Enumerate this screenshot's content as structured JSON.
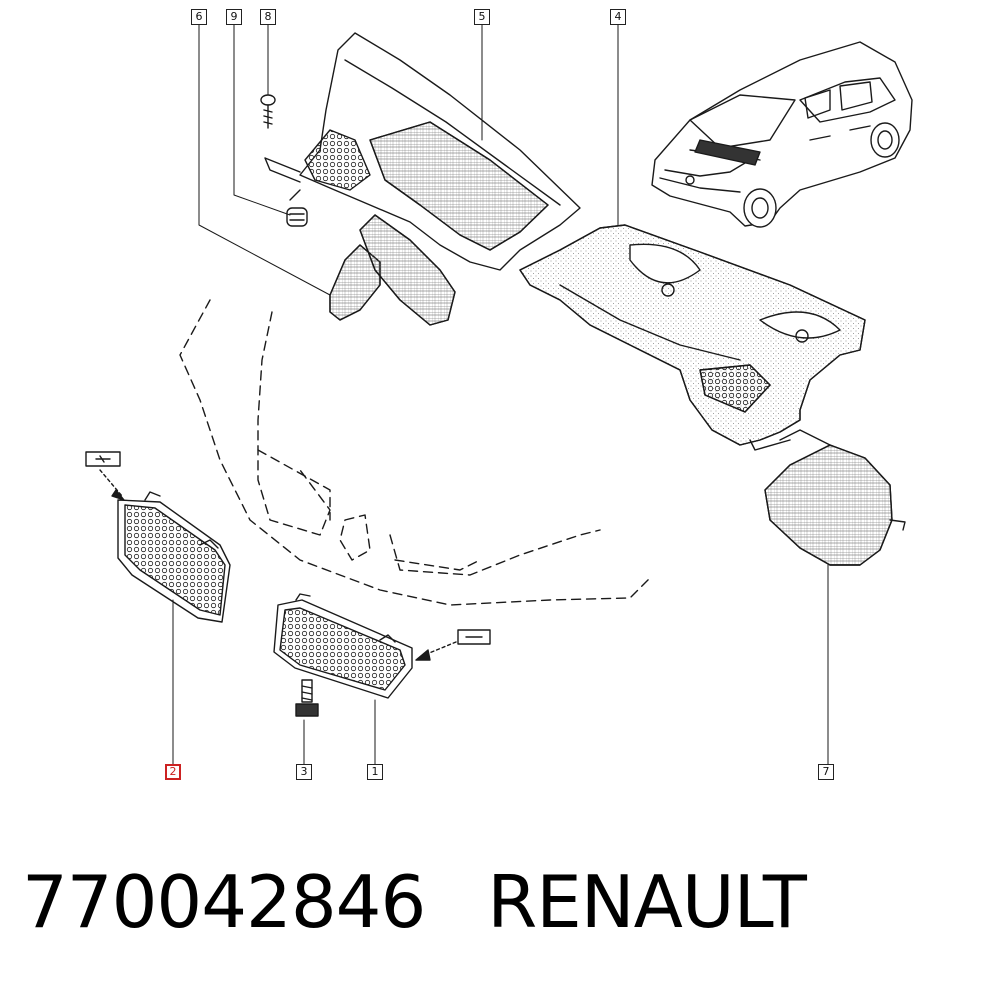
{
  "callouts": [
    {
      "id": "6",
      "label": "6"
    },
    {
      "id": "9",
      "label": "9"
    },
    {
      "id": "8",
      "label": "8"
    },
    {
      "id": "5",
      "label": "5"
    },
    {
      "id": "4",
      "label": "4"
    },
    {
      "id": "2",
      "label": "2",
      "highlighted": true
    },
    {
      "id": "3",
      "label": "3"
    },
    {
      "id": "1",
      "label": "1"
    },
    {
      "id": "7",
      "label": "7"
    }
  ],
  "caption": {
    "part_number": "770042846",
    "brand": "RENAULT"
  },
  "colors": {
    "line": "#1a1a1a",
    "highlight": "#cc2222",
    "background": "#ffffff"
  }
}
